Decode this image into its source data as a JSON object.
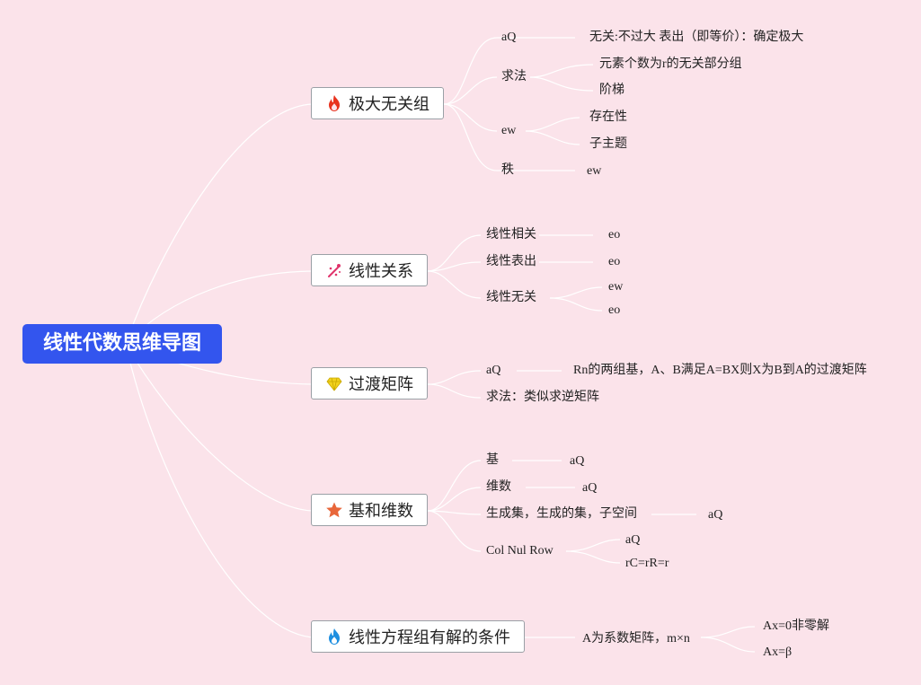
{
  "root": "线性代数思维导图",
  "branches": {
    "b1": {
      "label": "极大无关组",
      "icon": "fire-icon",
      "items": {
        "a1": "aQ",
        "a1v": "无关:不过大 表出（即等价）：确定极大",
        "a2": "求法",
        "a2v1": "元素个数为r的无关部分组",
        "a2v2": "阶梯",
        "a3": "ew",
        "a3v1": "存在性",
        "a3v2": "子主题",
        "a4": "秩",
        "a4v": "ew"
      }
    },
    "b2": {
      "label": "线性关系",
      "icon": "sparkle-icon",
      "items": {
        "a1": "线性相关",
        "a1v": "eo",
        "a2": "线性表出",
        "a2v": "eo",
        "a3": "线性无关",
        "a3v1": "ew",
        "a3v2": "eo"
      }
    },
    "b3": {
      "label": "过渡矩阵",
      "icon": "diamond-icon",
      "items": {
        "a1": "aQ",
        "a1v": "Rn的两组基，A、B满足A=BX则X为B到A的过渡矩阵",
        "a2": "求法：类似求逆矩阵"
      }
    },
    "b4": {
      "label": "基和维数",
      "icon": "star-icon",
      "items": {
        "a1": "基",
        "a1v": "aQ",
        "a2": "维数",
        "a2v": "aQ",
        "a3": "生成集，生成的集，子空间",
        "a3v": "aQ",
        "a4": "Col Nul Row",
        "a4v1": "aQ",
        "a4v2": "rC=rR=r"
      }
    },
    "b5": {
      "label": "线性方程组有解的条件",
      "icon": "blue-flame-icon",
      "items": {
        "a1": "A为系数矩阵，m×n",
        "a1v1": "Ax=0非零解",
        "a1v2": "Ax=β"
      }
    }
  },
  "colors": {
    "background": "#fbe3ea",
    "root_fill": "#3355ee",
    "connector": "#ffffff",
    "fire": "#e8321e",
    "sparkle": "#e0336b",
    "diamond": "#f2d21c",
    "star": "#e8663a",
    "blue_flame": "#1e8fe0"
  }
}
